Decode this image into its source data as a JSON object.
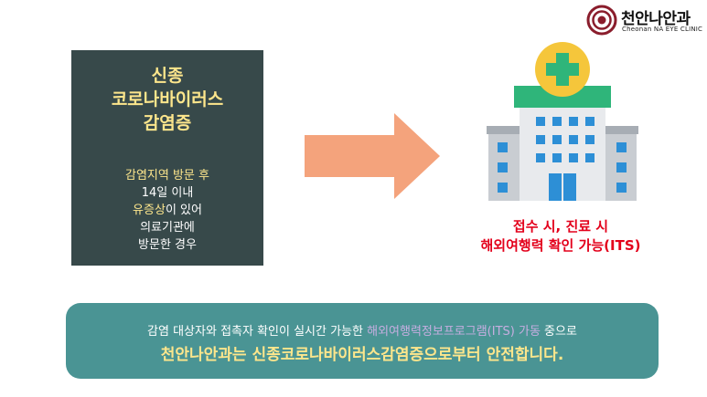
{
  "logo": {
    "name_ko": "천안나안과",
    "name_en": "Cheonan NA EYE CLINIC"
  },
  "panel": {
    "title_lines": [
      "신종",
      "코로나바이러스",
      "감염증"
    ],
    "body": {
      "line1": "감염지역 방문 후",
      "line2": "14일 이내",
      "line3_highlight": "유증상",
      "line3_rest": "이 있어",
      "line4": "의료기관에",
      "line5": "방문한 경우"
    }
  },
  "caption": {
    "line1": "접수 시, 진료 시",
    "line2": "해외여행력 확인 가능(ITS)"
  },
  "banner": {
    "line1_part1": "감염 대상자와 접촉자 확인이 실시간 가능한 ",
    "line1_muted": "해외여행력정보프로그램(ITS) 가동",
    "line1_part2": " 중으로",
    "line2": "천안나안과는 신종코로나바이러스감염증으로부터 안전합니다."
  },
  "colors": {
    "panel_bg": "#37494a",
    "highlight_yellow": "#fde68c",
    "arrow_orange": "#f4a37c",
    "caption_red": "#e3001b",
    "banner_teal": "#4a9494",
    "hospital_green": "#2fb57a"
  },
  "icons": {
    "logo": "eye-clinic-logo-icon",
    "arrow": "right-arrow-icon",
    "hospital": "hospital-building-icon"
  }
}
